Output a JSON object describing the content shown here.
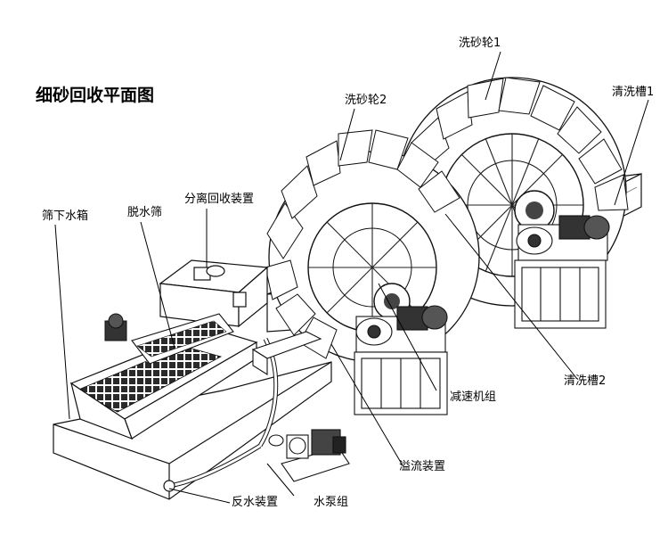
{
  "diagram": {
    "title": "细砂回收平面图",
    "labels": {
      "wheel_1": "洗砂轮1",
      "wheel_2": "洗砂轮2",
      "tank_1": "清洗槽1",
      "tank_2": "清洗槽2",
      "recovery_unit": "分离回收装置",
      "dewatering_screen": "脱水筛",
      "underscreen_tank": "筛下水箱",
      "reducer_unit": "减速机组",
      "overflow_device": "溢流装置",
      "return_water": "反水装置",
      "pump_unit": "水泵组"
    }
  }
}
